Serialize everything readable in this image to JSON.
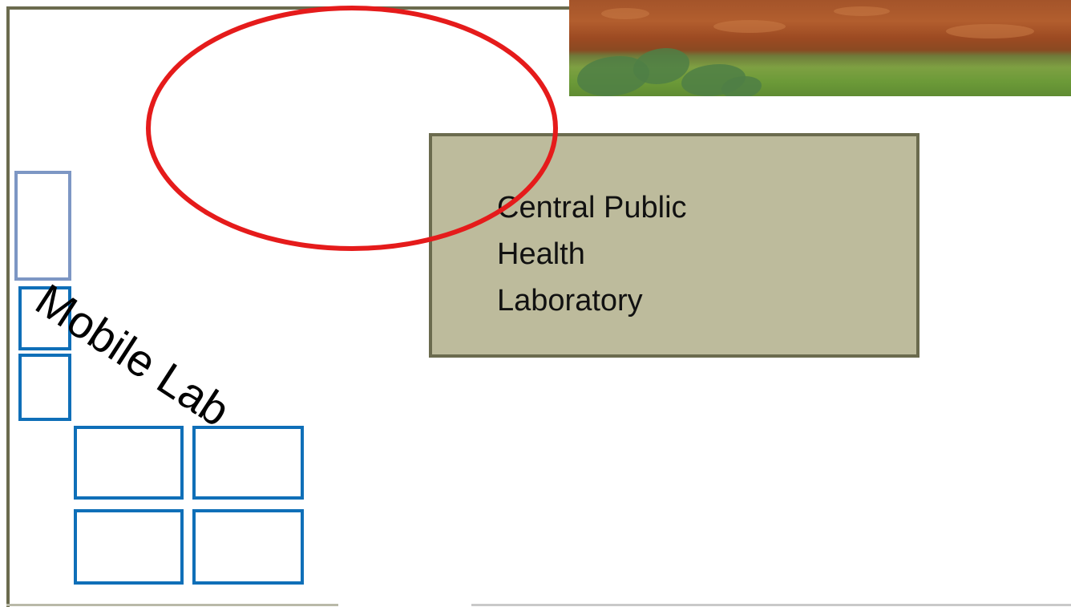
{
  "labels": {
    "central_lab": [
      "Central Public",
      "Health",
      "Laboratory"
    ],
    "mobile_lab": "Mobile Lab"
  },
  "colors": {
    "boundary": "#6b6b4e",
    "lab_box_fill": "#bdbb9c",
    "room_outline": "#0f6fb8",
    "room_outline_faded": "#7d97c4",
    "highlight_ellipse": "#e51b1b"
  },
  "icons": {
    "photo": "site-photo-soil-and-grass"
  }
}
